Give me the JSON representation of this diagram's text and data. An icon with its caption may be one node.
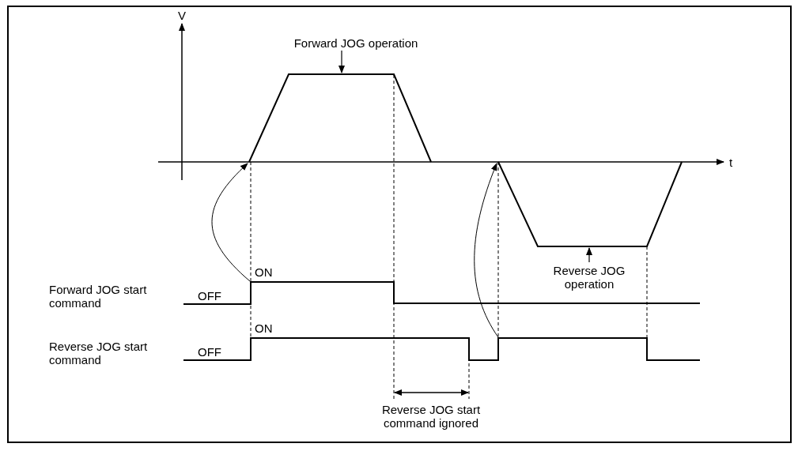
{
  "diagram": {
    "nodes": [
      {
        "text": [
          "Forward JOG operation"
        ]
      },
      {
        "text": [
          "Reverse JOG operation"
        ]
      }
    ],
    "edges": [
      {
        "from": 0,
        "to": null,
        "arrow": "to"
      },
      {
        "from": 1,
        "to": null,
        "arrow": "to"
      }
    ],
    "labels": [
      "V",
      "t",
      "ON",
      "OFF",
      "Forward JOG start command",
      "ON",
      "OFF",
      "Reverse JOG start command",
      "Reverse JOG start command ignored"
    ]
  }
}
